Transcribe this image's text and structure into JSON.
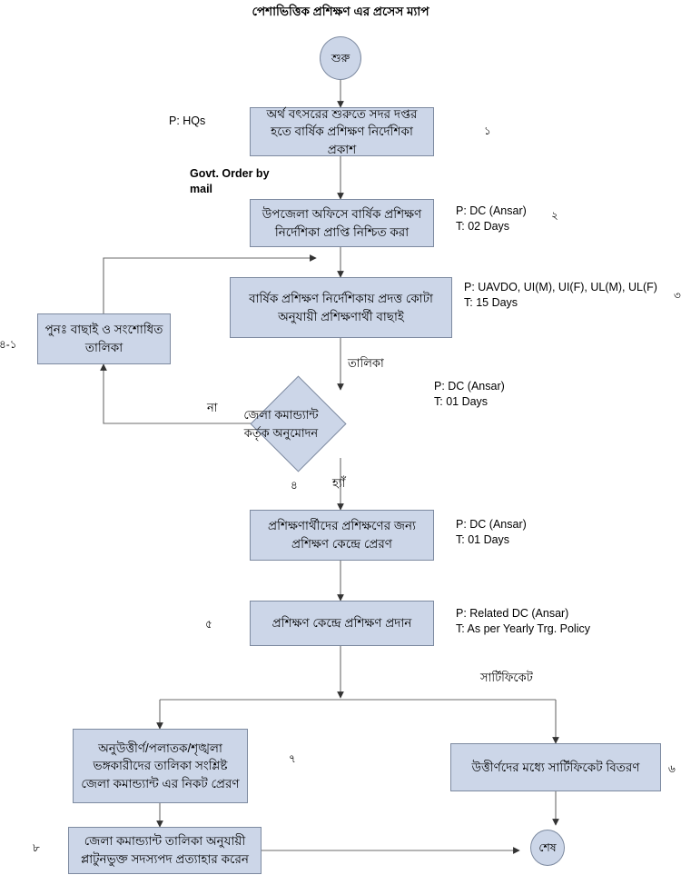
{
  "title": "পেশাভিত্তিক প্রশিক্ষণ এর প্রসেস ম্যাপ",
  "nodes": {
    "start": {
      "label": "শুরু"
    },
    "end": {
      "label": "শেষ"
    },
    "step1": {
      "label": "অর্থ বৎসরের শুরুতে সদর দপ্তর হতে বার্ষিক প্রশিক্ষণ নির্দেশিকা প্রকাশ"
    },
    "step2": {
      "label": "উপজেলা অফিসে বার্ষিক প্রশিক্ষণ নির্দেশিকা প্রাপ্তি নিশ্চিত করা"
    },
    "step3": {
      "label": "বার্ষিক প্রশিক্ষণ নির্দেশিকায় প্রদত্ত কোটা অনুযায়ী প্রশিক্ষণার্থী বাছাই"
    },
    "rework": {
      "label": "পুনঃ  বাছাই ও সংশোধিত তালিকা"
    },
    "decision": {
      "label": "জেলা কমান্ড্যান্ট কর্তৃক অনুমোদন"
    },
    "step5": {
      "label": "প্রশিক্ষণার্থীদের প্রশিক্ষণের জন্য প্রশিক্ষণ কেন্দ্রে প্রেরণ"
    },
    "step6": {
      "label": "প্রশিক্ষণ কেন্দ্রে প্রশিক্ষণ প্রদান"
    },
    "step7": {
      "label": "অনুউত্তীর্ণ/পলাতক/শৃঙ্খলা ভঙ্গকারীদের তালিকা সংশ্লিষ্ট  জেলা কমান্ড্যান্ট এর নিকট প্রেরণ"
    },
    "step8": {
      "label": "উত্তীর্ণদের মধ্যে সার্টিফিকেট বিতরণ"
    },
    "step9": {
      "label": "জেলা কমান্ড্যান্ট তালিকা অনুযায়ী প্লাটুনভুক্ত সদস্যপদ প্রত্যাহার করেন"
    }
  },
  "annotations": {
    "p_hqs": "P: HQs",
    "govt_order": "Govt. Order by\nmail",
    "p_dc_ansar_2days": "P: DC (Ansar)\nT: 02 Days",
    "p_uavdo_15days": "P: UAVDO, UI(M), UI(F), UL(M), UL(F)\nT: 15 Days",
    "p_dc_ansar_1day": "P: DC (Ansar)\nT: 01 Days",
    "p_dc_ansar_1day_b": "P: DC (Ansar)\nT: 01 Days",
    "p_related_dc": "P: Related DC (Ansar)\nT: As per Yearly Trg. Policy"
  },
  "edge_labels": {
    "talika": "তালিকা",
    "na": "না",
    "hae": "হ্যাঁ",
    "certificate": "সার্টিফিকেট"
  },
  "step_numbers": {
    "n1": "১",
    "n2": "২",
    "n3": "৩",
    "n4_1": "৪-১",
    "n4": "৪",
    "n5": "৫",
    "n6": "৬",
    "n7": "৭",
    "n8": "৮"
  },
  "colors": {
    "node_fill": "#ccd6e8",
    "node_border": "#7d8aa0",
    "edge": "#5a5a5a",
    "text": "#000000"
  }
}
